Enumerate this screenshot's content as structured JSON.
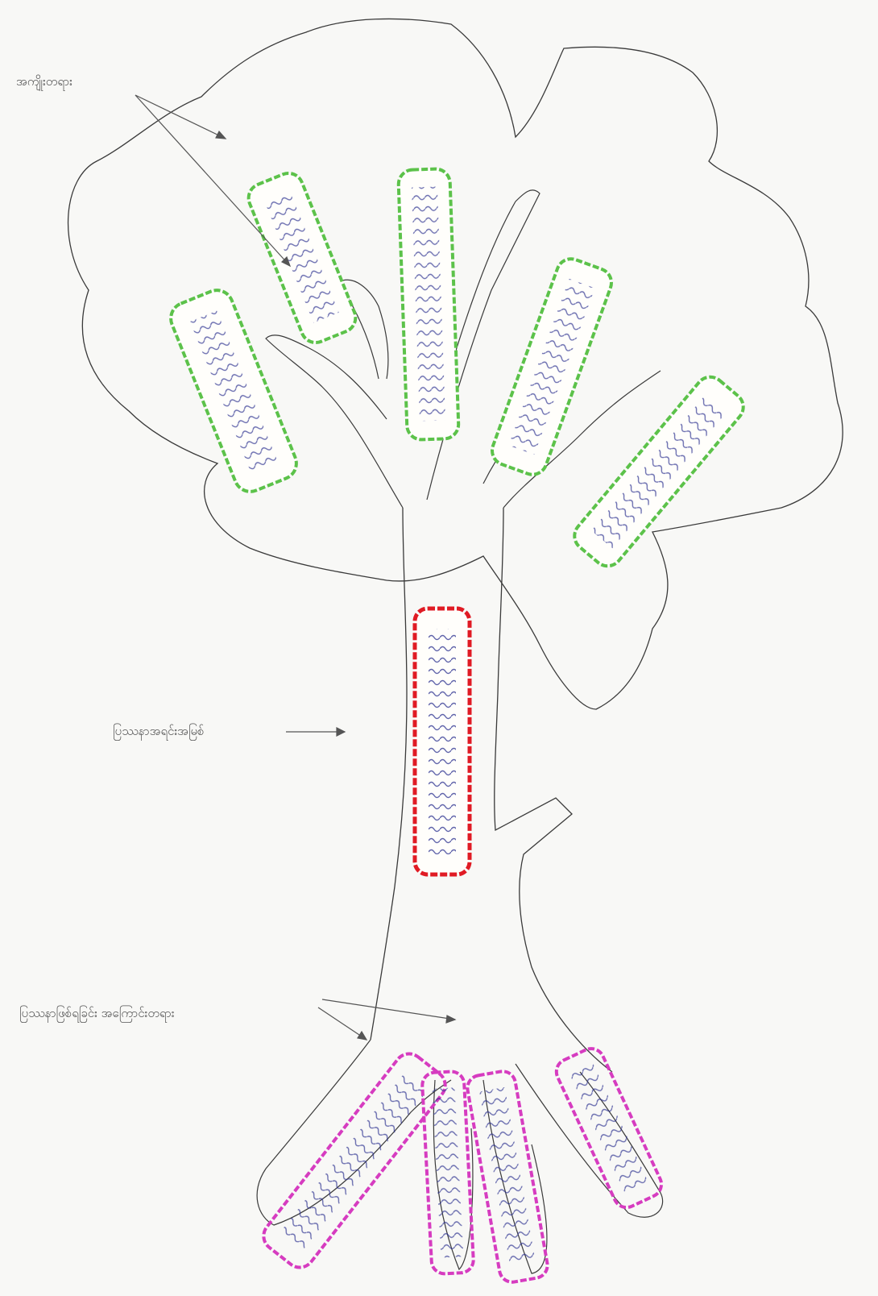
{
  "labels": {
    "effects": "အကျိုးတရား",
    "core_problem": "ပြဿနာအရင်းအမြစ်",
    "causes": "ပြဿနာဖြစ်ရခြင်း အကြောင်းတရား"
  },
  "effect_boxes": [
    {
      "text": ""
    },
    {
      "text": ""
    },
    {
      "text": ""
    },
    {
      "text": ""
    },
    {
      "text": ""
    }
  ],
  "core_box": {
    "text": ""
  },
  "cause_boxes": [
    {
      "text": ""
    },
    {
      "text": ""
    },
    {
      "text": ""
    },
    {
      "text": ""
    }
  ],
  "colors": {
    "outline": "#3a3a3a",
    "effect_border": "#5cc24a",
    "core_border": "#e01b24",
    "cause_border": "#d63cc0",
    "handwriting": "#2a2f8f",
    "label_text": "#555555"
  }
}
